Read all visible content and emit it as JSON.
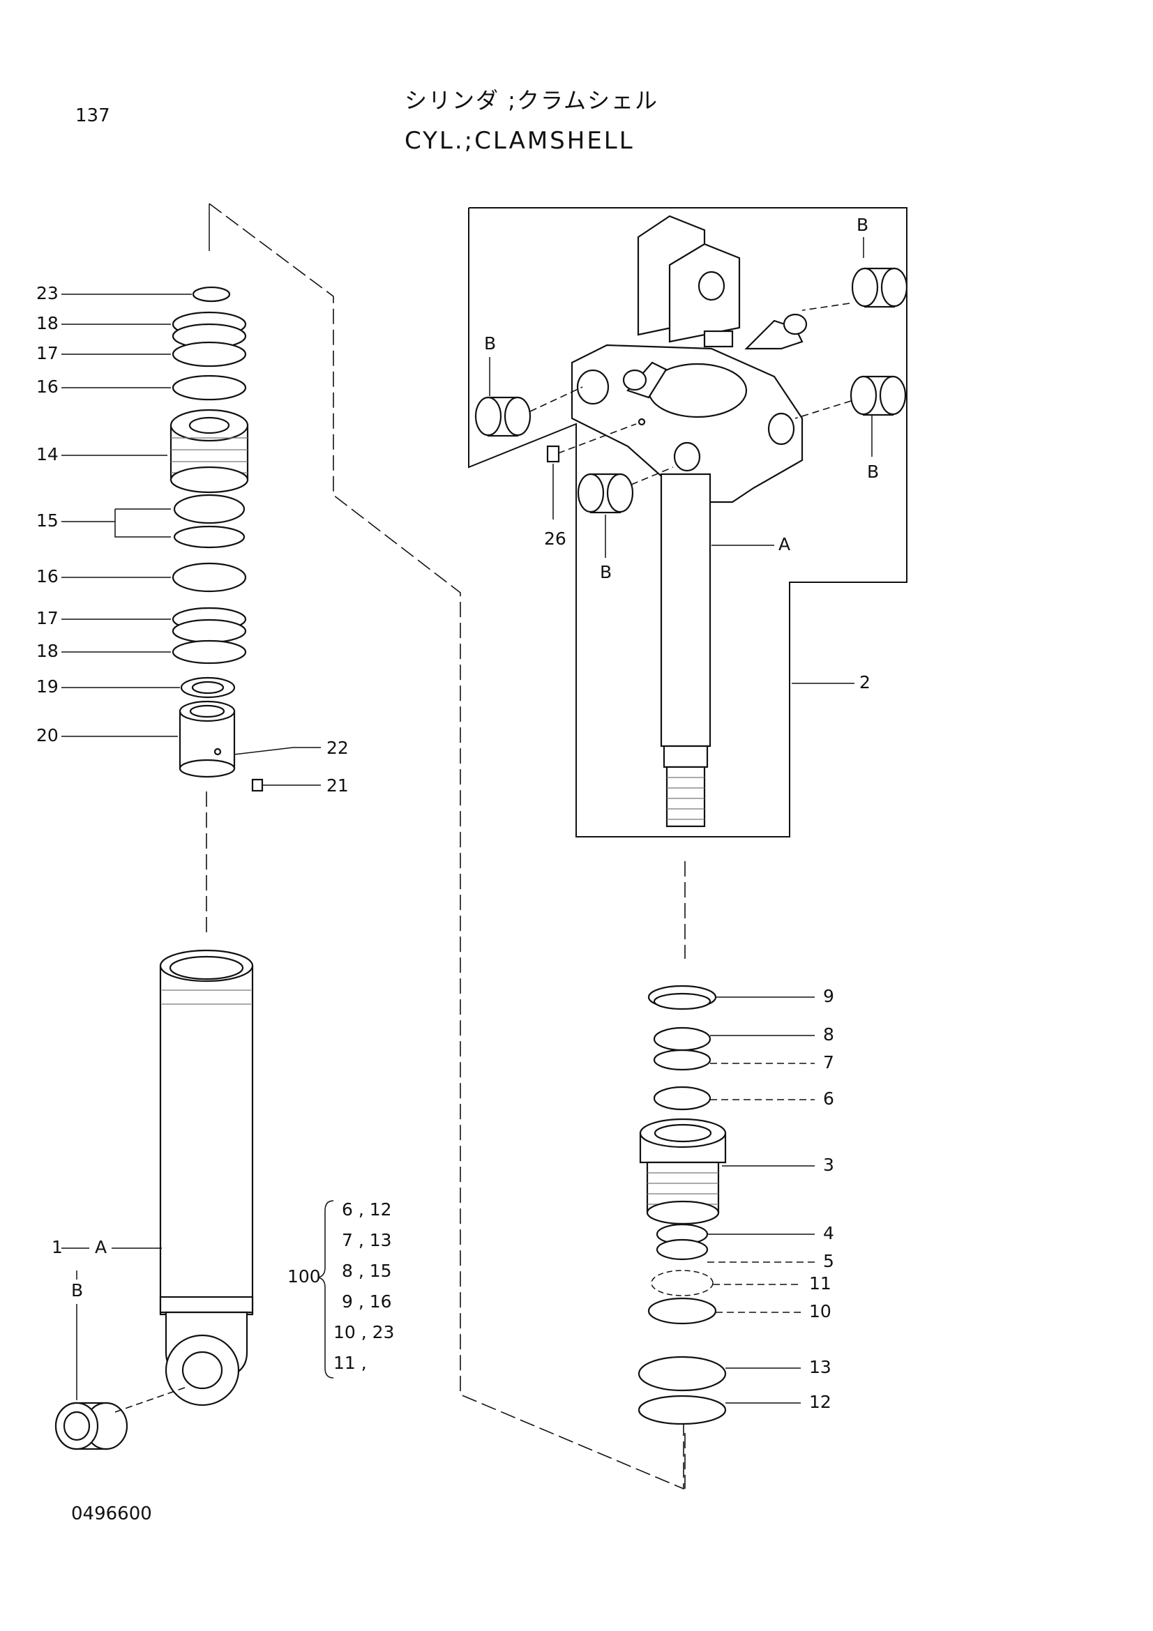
{
  "header": {
    "page_number": "137",
    "title_jp": "シリンダ ;クラムシェル",
    "title_en": "CYL.;CLAMSHELL"
  },
  "footer": {
    "drawing_number": "0496600"
  },
  "left_callouts": {
    "l23": "23",
    "l18a": "18",
    "l17a": "17",
    "l16a": "16",
    "l14": "14",
    "l15": "15",
    "l16b": "16",
    "l17b": "17",
    "l18b": "18",
    "l19": "19",
    "l20": "20",
    "l22": "22",
    "l21": "21",
    "l1": "1",
    "lA": "A",
    "lB": "B"
  },
  "right_callouts": {
    "rB1": "B",
    "rB2": "B",
    "rB3": "B",
    "rB4": "B",
    "r26": "26",
    "rA": "A",
    "r2": "2",
    "r9": "9",
    "r8": "8",
    "r7": "7",
    "r6": "6",
    "r3": "3",
    "r4": "4",
    "r5": "5",
    "r11": "11",
    "r10": "10",
    "r13": "13",
    "r12": "12"
  },
  "kit": {
    "kit_number": "100",
    "rows": [
      "6 , 12",
      "7 , 13",
      "8 , 15",
      "9 , 16",
      "10 , 23",
      "11 ,"
    ]
  }
}
